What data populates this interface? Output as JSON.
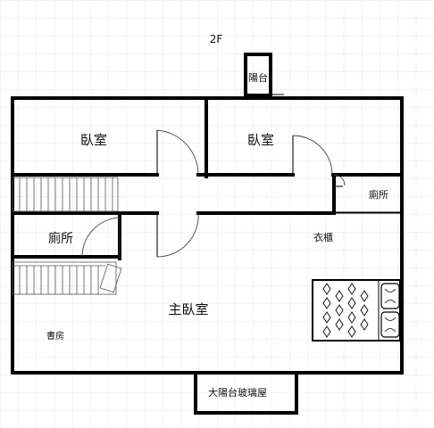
{
  "floor_label": "2F",
  "rooms": {
    "balcony_small": "陽台",
    "bedroom_left": "臥室",
    "bedroom_right": "臥室",
    "toilet_right": "廁所",
    "toilet_left": "廁所",
    "wardrobe": "衣櫃",
    "master_bedroom": "主臥室",
    "study": "書房",
    "big_balcony": "大陽台玻璃屋"
  },
  "colors": {
    "wall": "#000000",
    "grid": "#e6e6e6",
    "background": "#ffffff"
  }
}
